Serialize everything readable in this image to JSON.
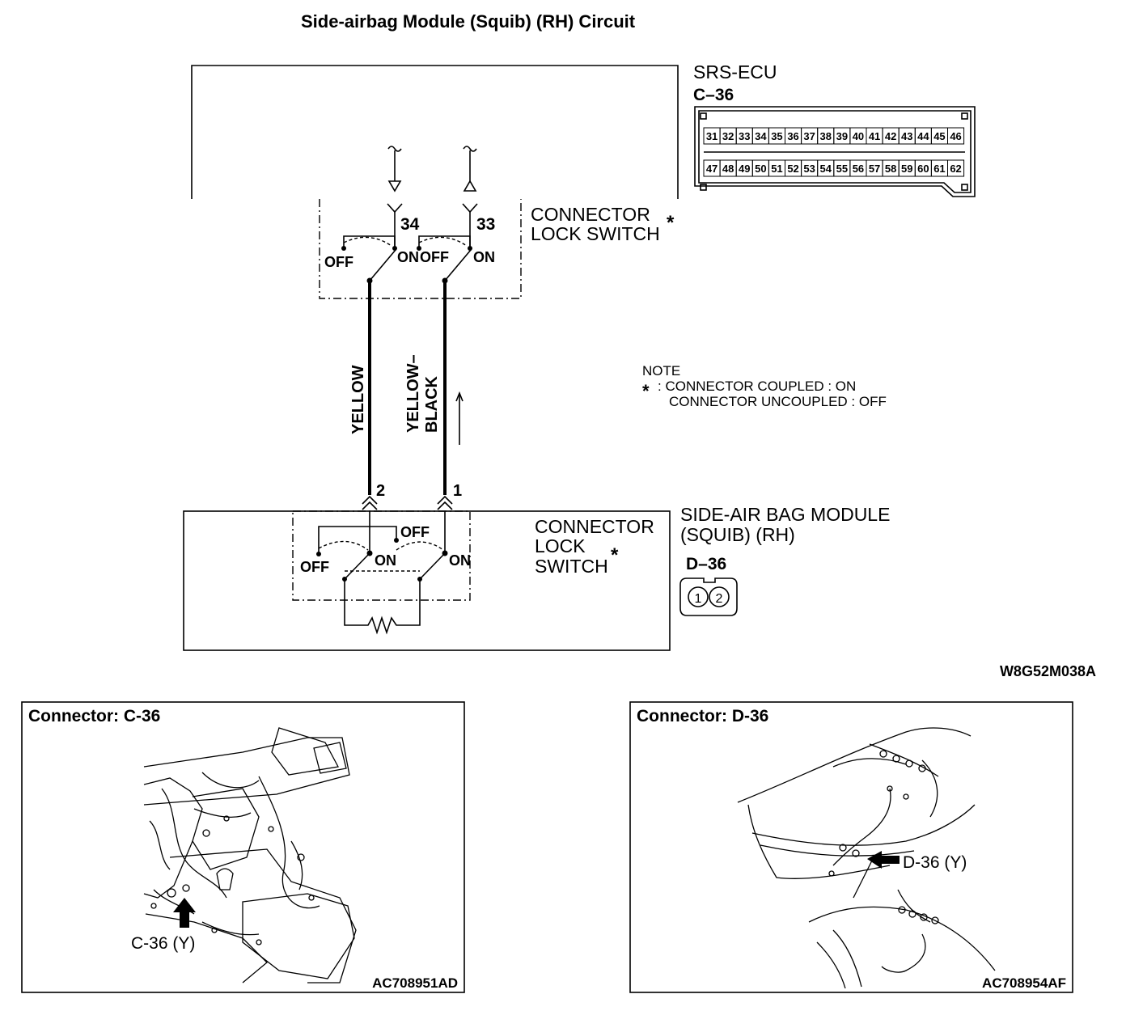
{
  "title": "Side-airbag Module (Squib) (RH) Circuit",
  "ecu": {
    "name": "SRS-ECU",
    "connector": "C–36",
    "pins_top": [
      "31",
      "32",
      "33",
      "34",
      "35",
      "36",
      "37",
      "38",
      "39",
      "40",
      "41",
      "42",
      "43",
      "44",
      "45",
      "46"
    ],
    "pins_bottom": [
      "47",
      "48",
      "49",
      "50",
      "51",
      "52",
      "53",
      "54",
      "55",
      "56",
      "57",
      "58",
      "59",
      "60",
      "61",
      "62"
    ]
  },
  "ecu_switch": {
    "label_line1": "CONNECTOR",
    "label_line2": "LOCK SWITCH",
    "asterisk": "*",
    "pin_left": "34",
    "pin_right": "33",
    "off_left": "OFF",
    "on_left": "ON",
    "off_right": "OFF",
    "on_right": "ON"
  },
  "wires": {
    "left_color": "YELLOW",
    "right_color_line1": "YELLOW–",
    "right_color_line2": "BLACK"
  },
  "note": {
    "heading": "NOTE",
    "asterisk": "*",
    "line1": ": CONNECTOR COUPLED : ON",
    "line2": "CONNECTOR UNCOUPLED : OFF"
  },
  "module": {
    "name_line1": "SIDE-AIR BAG MODULE",
    "name_line2": "(SQUIB) (RH)",
    "connector": "D–36",
    "pin_left": "2",
    "pin_right": "1",
    "switch_line1": "CONNECTOR",
    "switch_line2": "LOCK",
    "switch_line3": "SWITCH",
    "asterisk": "*",
    "off_left": "OFF",
    "on_left": "ON",
    "off_top": "OFF",
    "on_right": "ON",
    "pin_label_1": "1",
    "pin_label_2": "2"
  },
  "figure_code": "W8G52M038A",
  "panel_left": {
    "title": "Connector: C-36",
    "callout": "C-36 (Y)",
    "code": "AC708951AD"
  },
  "panel_right": {
    "title": "Connector: D-36",
    "callout": "D-36 (Y)",
    "code": "AC708954AF"
  }
}
